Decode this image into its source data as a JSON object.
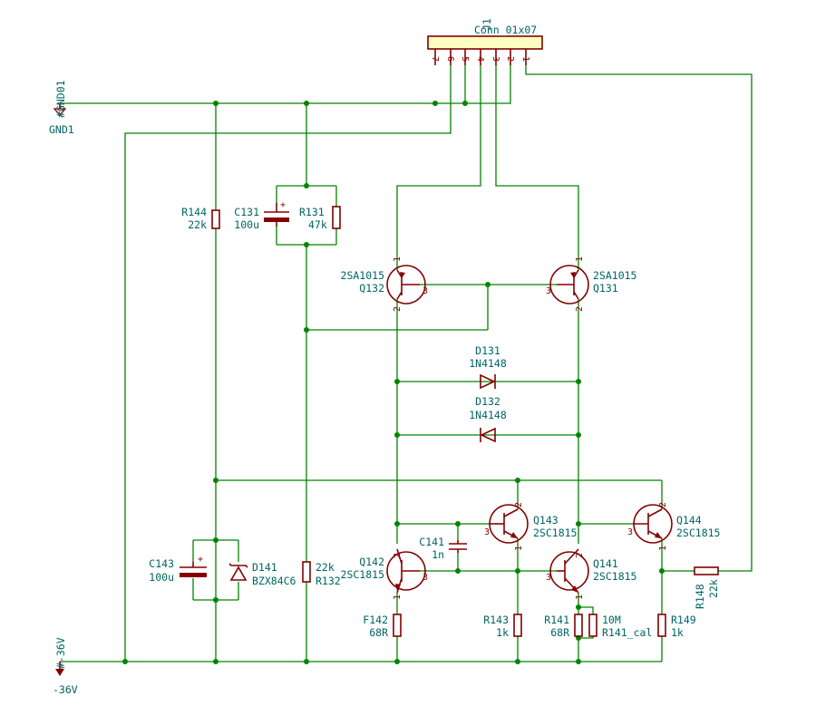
{
  "connector": {
    "ref": "J1",
    "value": "Conn_01x07",
    "pins": [
      "7",
      "6",
      "5",
      "4",
      "3",
      "2",
      "1"
    ]
  },
  "power": {
    "gnd_ref": "#GND01",
    "gnd_label": "GND1",
    "neg_ref": "#-36V",
    "neg_label": "-36V"
  },
  "resistors": {
    "r144": {
      "ref": "R144",
      "value": "22k"
    },
    "r131": {
      "ref": "R131",
      "value": "47k"
    },
    "r132": {
      "ref": "R132",
      "value": "22k"
    },
    "f142": {
      "ref": "F142",
      "value": "68R"
    },
    "r143": {
      "ref": "R143",
      "value": "1k"
    },
    "r141": {
      "ref": "R141",
      "value": "68R"
    },
    "r141cal": {
      "ref": "R141_cal",
      "value": "10M"
    },
    "r149": {
      "ref": "R149",
      "value": "1k"
    },
    "r148": {
      "ref": "R148",
      "value": "22k"
    }
  },
  "capacitors": {
    "c131": {
      "ref": "C131",
      "value": "100u"
    },
    "c143": {
      "ref": "C143",
      "value": "100u"
    },
    "c141": {
      "ref": "C141",
      "value": "1n"
    }
  },
  "diodes": {
    "d131": {
      "ref": "D131",
      "value": "1N4148"
    },
    "d132": {
      "ref": "D132",
      "value": "1N4148"
    },
    "d141": {
      "ref": "D141",
      "value": "BZX84C6"
    }
  },
  "transistors": {
    "q132": {
      "ref": "Q132",
      "value": "2SA1015"
    },
    "q131": {
      "ref": "Q131",
      "value": "2SA1015"
    },
    "q142": {
      "ref": "Q142",
      "value": "2SC1815"
    },
    "q143": {
      "ref": "Q143",
      "value": "2SC1815"
    },
    "q141": {
      "ref": "Q141",
      "value": "2SC1815"
    },
    "q144": {
      "ref": "Q144",
      "value": "2SC1815"
    }
  },
  "pin_numbers": {
    "one": "1",
    "two": "2",
    "three": "3"
  }
}
